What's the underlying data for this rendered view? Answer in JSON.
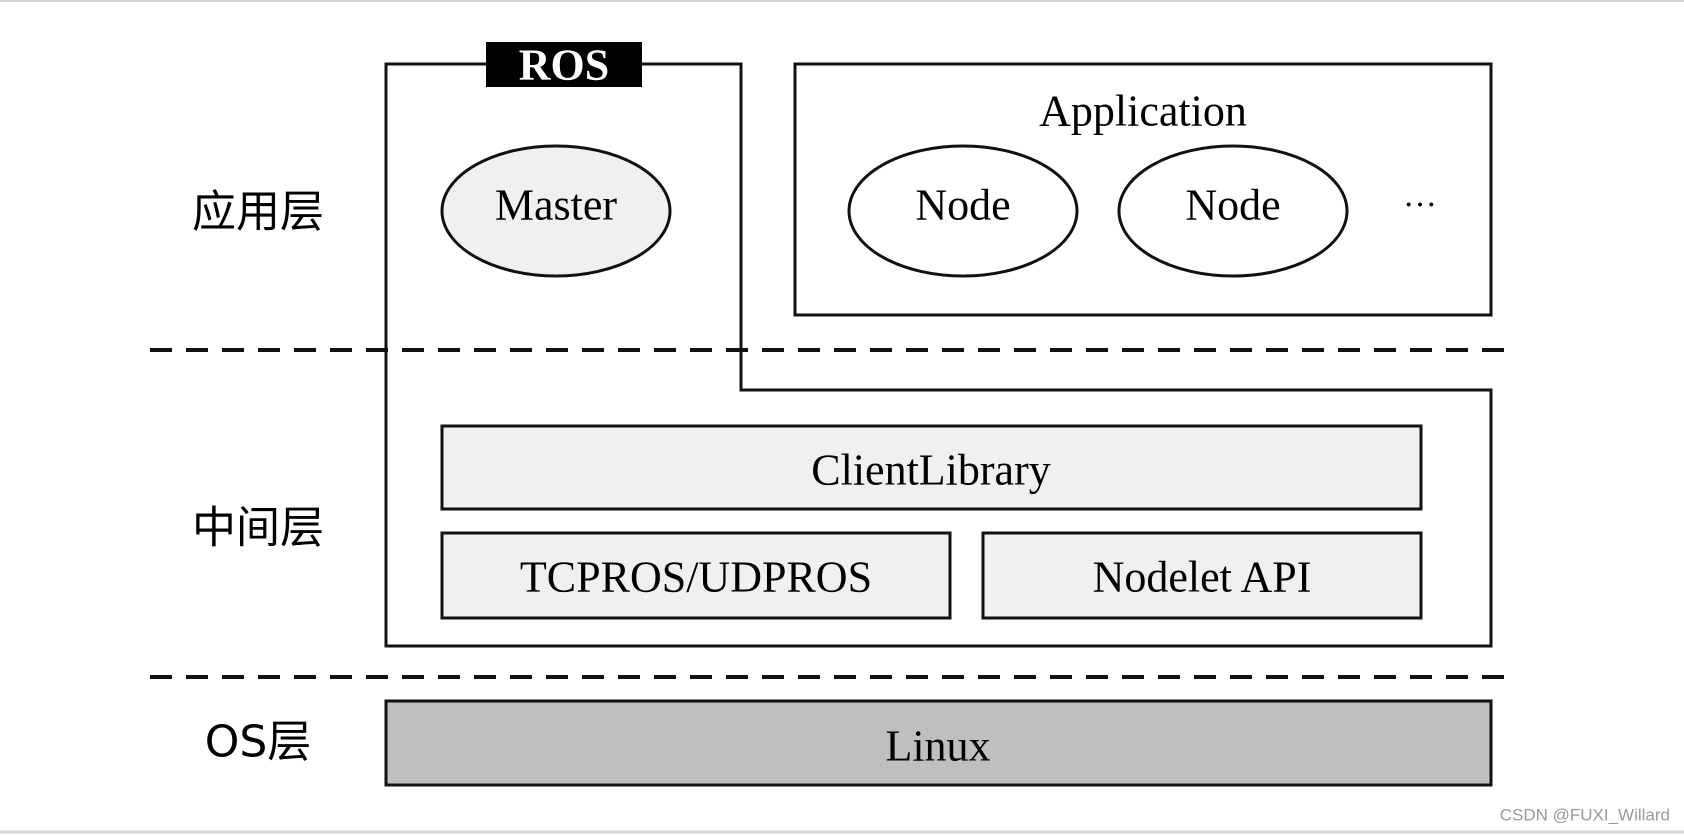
{
  "layers": {
    "application": "应用层",
    "middle": "中间层",
    "os": "OS层"
  },
  "ros": {
    "tab_label": "ROS",
    "master": "Master"
  },
  "application": {
    "title": "Application",
    "nodes": [
      "Node",
      "Node"
    ],
    "more": "···"
  },
  "middleware": {
    "client_library": "ClientLibrary",
    "transport": "TCPROS/UDPROS",
    "nodelet": "Nodelet API"
  },
  "os": {
    "linux": "Linux"
  },
  "watermark": "CSDN @FUXI_Willard",
  "colors": {
    "stroke": "#111111",
    "light_fill": "#f0f0f0",
    "linux_fill": "#bfbfbf",
    "tab_fill": "#000000",
    "watermark": "#9a9a9a"
  }
}
